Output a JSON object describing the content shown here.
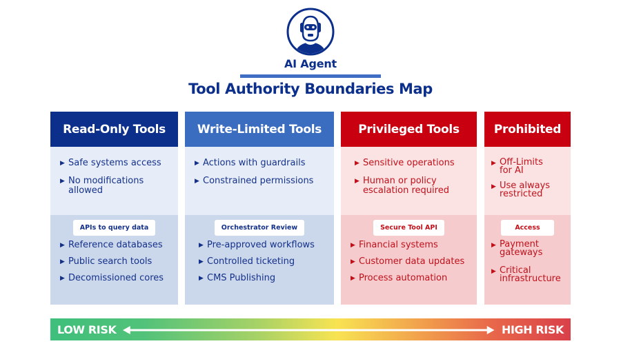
{
  "header": {
    "agent_icon": "robot-avatar-icon",
    "agent_label": "AI Agent",
    "title": "Tool Authority Boundaries Map"
  },
  "colors": {
    "navy": "#0b2f8a",
    "blue_header_1": "#0b2f8a",
    "blue_header_2": "#3a6cc0",
    "red_header": "#c8000f",
    "blue_text": "#14318a",
    "red_text": "#c0111b"
  },
  "columns": [
    {
      "title": "Read-Only Tools",
      "upper_items": [
        "Safe systems access",
        "No modifications allowed"
      ],
      "pill": "APIs to query data",
      "lower_items": [
        "Reference databases",
        "Public search tools",
        "Decomissioned cores"
      ]
    },
    {
      "title": "Write-Limited Tools",
      "upper_items": [
        "Actions with guardrails",
        "Constrained permissions"
      ],
      "pill": "Orchestrator Review",
      "lower_items": [
        "Pre-approved workflows",
        "Controlled ticketing",
        "CMS Publishing"
      ]
    },
    {
      "title": "Privileged Tools",
      "upper_items": [
        "Sensitive operations",
        "Human or policy escalation required"
      ],
      "pill": "Secure Tool API",
      "lower_items": [
        "Financial systems",
        "Customer data updates",
        "Process automation"
      ]
    },
    {
      "title": "Prohibited",
      "upper_items": [
        "Off-Limits for AI",
        "Use always restricted"
      ],
      "pill": "Access",
      "lower_items": [
        "Payment gateways",
        "Critical infrastructure"
      ]
    }
  ],
  "risk_scale": {
    "low_label": "LOW RISK",
    "high_label": "HIGH RISK",
    "arrow_icon": "double-headed-arrow-icon"
  }
}
